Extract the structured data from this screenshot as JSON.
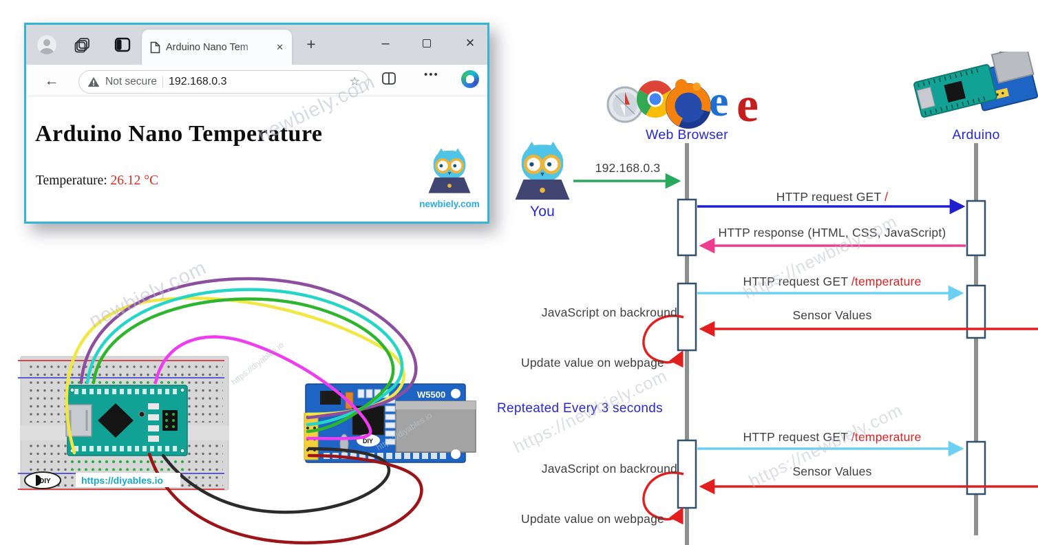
{
  "colors": {
    "accent": "#35b5d6",
    "brand": "#29abe2",
    "label-blue": "#2727d8",
    "temp-red": "#e02b20",
    "arrow-blue": "#1f1fd0",
    "arrow-pink": "#ee3d8f",
    "arrow-cyan": "#6cd0f2",
    "arrow-red": "#e31e1e",
    "arrow-green": "#26a95c"
  },
  "browser": {
    "tab": {
      "title": "Arduino Nano Tem"
    },
    "controls": {
      "new_tab": "+",
      "minimize": "–",
      "close": "✕",
      "tab_close": "✕",
      "back": "←",
      "star": "☆",
      "menu": "•••"
    },
    "address_bar": {
      "warning": "Not secure",
      "url": "192.168.0.3"
    },
    "page": {
      "heading": "Arduino Nano Temperature",
      "temperature_label": "Temperature: ",
      "temperature_value": "26.12 °C"
    },
    "logo_text": "newbiely.com"
  },
  "diagram": {
    "actors": {
      "you": "You",
      "web_browser": "Web Browser",
      "arduino": "Arduino"
    },
    "messages": {
      "connect_ip": "192.168.0.3",
      "http_get": {
        "text": "HTTP request GET ",
        "path": "/"
      },
      "http_response": "HTTP response (HTML, CSS, JavaScript)",
      "http_get_temp": {
        "text": "HTTP request GET ",
        "path": "/temperature"
      },
      "sensor_values": "Sensor Values"
    },
    "notes": {
      "js_background": "JavaScript on backround",
      "update_value": "Update value on webpage",
      "repeat": "Repteated Every 3 seconds"
    }
  },
  "wiring": {
    "w5500_label": "W5500",
    "diy_logo": "DIY",
    "diyables_url": "https://diyables.io"
  },
  "watermarks": {
    "newbiely": "newbiely.com",
    "newbiely_url": "https://newbiely.com",
    "diyables_url": "https://diyables.io"
  },
  "icons": {
    "ie_letter": "e",
    "red_e_letter": "e"
  }
}
